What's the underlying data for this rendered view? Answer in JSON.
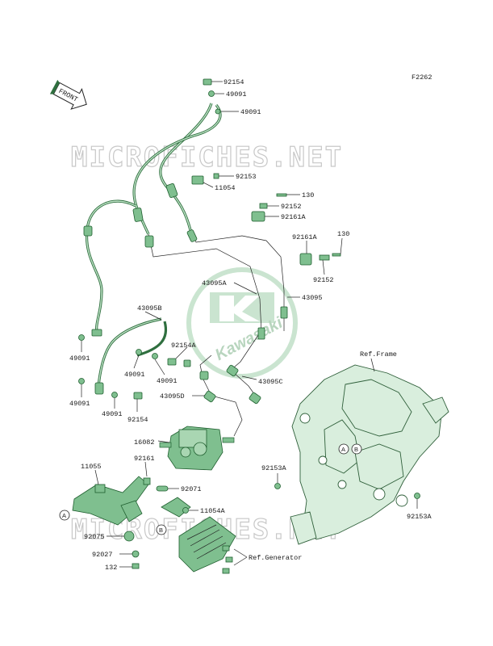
{
  "diagram_id": "F2262",
  "front_label": "FRONT",
  "watermark_text": "MICROFICHES.NET",
  "logo_text": "Kawasaki",
  "reference_labels": {
    "frame": "Ref.Frame",
    "generator": "Ref.Generator"
  },
  "connector_markers": [
    "A",
    "B"
  ],
  "part_labels": [
    {
      "id": "p1",
      "text": "92154"
    },
    {
      "id": "p2",
      "text": "49091"
    },
    {
      "id": "p3",
      "text": "49091"
    },
    {
      "id": "p4",
      "text": "92153"
    },
    {
      "id": "p5",
      "text": "11054"
    },
    {
      "id": "p6",
      "text": "130"
    },
    {
      "id": "p7",
      "text": "92152"
    },
    {
      "id": "p8",
      "text": "92161A"
    },
    {
      "id": "p9",
      "text": "92161A"
    },
    {
      "id": "p10",
      "text": "130"
    },
    {
      "id": "p11",
      "text": "92152"
    },
    {
      "id": "p12",
      "text": "43095A"
    },
    {
      "id": "p13",
      "text": "43095"
    },
    {
      "id": "p14",
      "text": "43095B"
    },
    {
      "id": "p15",
      "text": "49091"
    },
    {
      "id": "p16",
      "text": "92154A"
    },
    {
      "id": "p17",
      "text": "49091"
    },
    {
      "id": "p18",
      "text": "49091"
    },
    {
      "id": "p19",
      "text": "43095C"
    },
    {
      "id": "p20",
      "text": "49091"
    },
    {
      "id": "p21",
      "text": "43095D"
    },
    {
      "id": "p22",
      "text": "49091"
    },
    {
      "id": "p23",
      "text": "92154"
    },
    {
      "id": "p24",
      "text": "16082"
    },
    {
      "id": "p25",
      "text": "11055"
    },
    {
      "id": "p26",
      "text": "92161"
    },
    {
      "id": "p27",
      "text": "92071"
    },
    {
      "id": "p28",
      "text": "11054A"
    },
    {
      "id": "p29",
      "text": "92075"
    },
    {
      "id": "p30",
      "text": "92027"
    },
    {
      "id": "p31",
      "text": "132"
    },
    {
      "id": "p32",
      "text": "92153A"
    },
    {
      "id": "p33",
      "text": "92153A"
    }
  ]
}
